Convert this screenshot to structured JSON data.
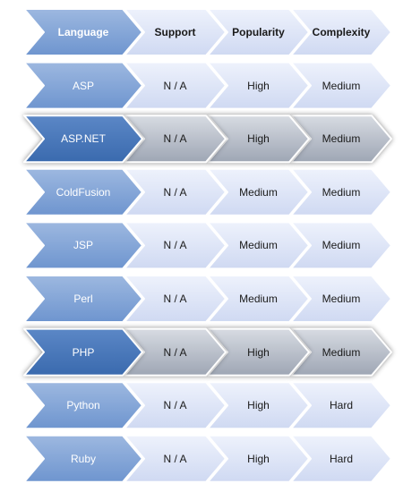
{
  "table": {
    "header": [
      "Language",
      "Support",
      "Popularity",
      "Complexity"
    ],
    "rows": [
      {
        "cells": [
          "ASP",
          "N / A",
          "High",
          "Medium"
        ],
        "highlighted": false
      },
      {
        "cells": [
          "ASP.NET",
          "N / A",
          "High",
          "Medium"
        ],
        "highlighted": true
      },
      {
        "cells": [
          "ColdFusion",
          "N / A",
          "Medium",
          "Medium"
        ],
        "highlighted": false
      },
      {
        "cells": [
          "JSP",
          "N / A",
          "Medium",
          "Medium"
        ],
        "highlighted": false
      },
      {
        "cells": [
          "Perl",
          "N / A",
          "Medium",
          "Medium"
        ],
        "highlighted": false
      },
      {
        "cells": [
          "PHP",
          "N / A",
          "High",
          "Medium"
        ],
        "highlighted": true
      },
      {
        "cells": [
          "Python",
          "N / A",
          "High",
          "Hard"
        ],
        "highlighted": false
      },
      {
        "cells": [
          "Ruby",
          "N / A",
          "High",
          "Hard"
        ],
        "highlighted": false
      }
    ]
  },
  "colors": {
    "first_fill_top": "#9db8e0",
    "first_fill_bottom": "#6e95cf",
    "first_highlight_top": "#5b87c6",
    "first_highlight_bottom": "#3a6aae",
    "cell_fill_top": "#eef2fc",
    "cell_fill_bottom": "#cfd9f2",
    "cell_highlight_top": "#d7dbe2",
    "cell_highlight_bottom": "#9ea6b4",
    "first_text": "#ffffff",
    "cell_text": "#1a1a1a"
  }
}
